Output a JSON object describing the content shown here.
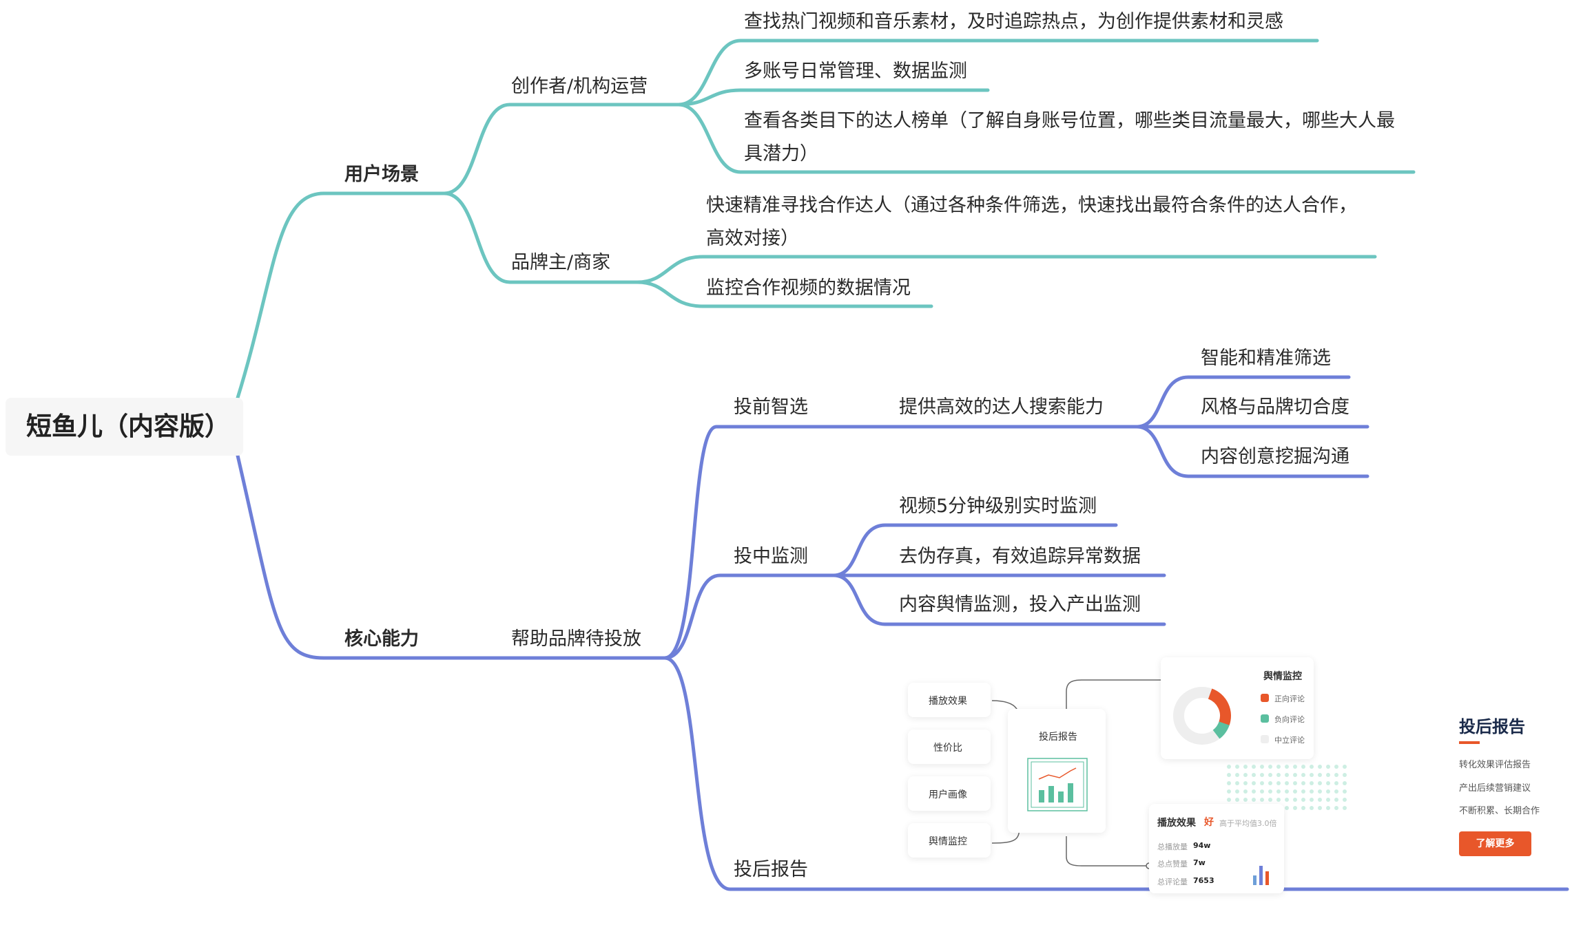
{
  "root": "短鱼儿（内容版）",
  "colors": {
    "teal": "#6cc5c0",
    "blue": "#6e7fd8",
    "accent": "#e8572a",
    "green": "#5bbf9f"
  },
  "user_scenarios": {
    "label": "用户场景",
    "creator": {
      "label": "创作者/机构运营",
      "items": [
        "查找热门视频和音乐素材，及时追踪热点，为创作提供素材和灵感",
        "多账号日常管理、数据监测",
        "查看各类目下的达人榜单（了解自身账号位置，哪些类目流量最大，哪些大人最具潜力）"
      ]
    },
    "brand": {
      "label": "品牌主/商家",
      "items": [
        "快速精准寻找合作达人（通过各种条件筛选，快速找出最符合条件的达人合作，高效对接）",
        "监控合作视频的数据情况"
      ]
    }
  },
  "core": {
    "label": "核心能力",
    "help": "帮助品牌待投放",
    "pre": {
      "label": "投前智选",
      "sub": "提供高效的达人搜索能力",
      "items": [
        "智能和精准筛选",
        "风格与品牌切合度",
        "内容创意挖掘沟通"
      ]
    },
    "mid": {
      "label": "投中监测",
      "items": [
        "视频5分钟级别实时监测",
        "去伪存真，有效追踪异常数据",
        "内容舆情监测，投入产出监测"
      ]
    },
    "post": {
      "label": "投后报告"
    }
  },
  "illustration": {
    "left_items": [
      "播放效果",
      "性价比",
      "用户画像",
      "舆情监控"
    ],
    "center_title": "投后报告",
    "sentiment": {
      "title": "舆情监控",
      "legend": [
        "正向评论",
        "负向评论",
        "中立评论"
      ]
    },
    "play": {
      "title": "播放效果",
      "grade": "好",
      "note": "高于平均值3.0倍",
      "rows": [
        {
          "label": "总播放量",
          "value": "94w"
        },
        {
          "label": "总点赞量",
          "value": "7w"
        },
        {
          "label": "总评论量",
          "value": "7653"
        }
      ]
    },
    "report": {
      "title": "投后报告",
      "lines": [
        "转化效果评估报告",
        "产出后续营销建议",
        "不断积累、长期合作"
      ],
      "button": "了解更多"
    }
  }
}
